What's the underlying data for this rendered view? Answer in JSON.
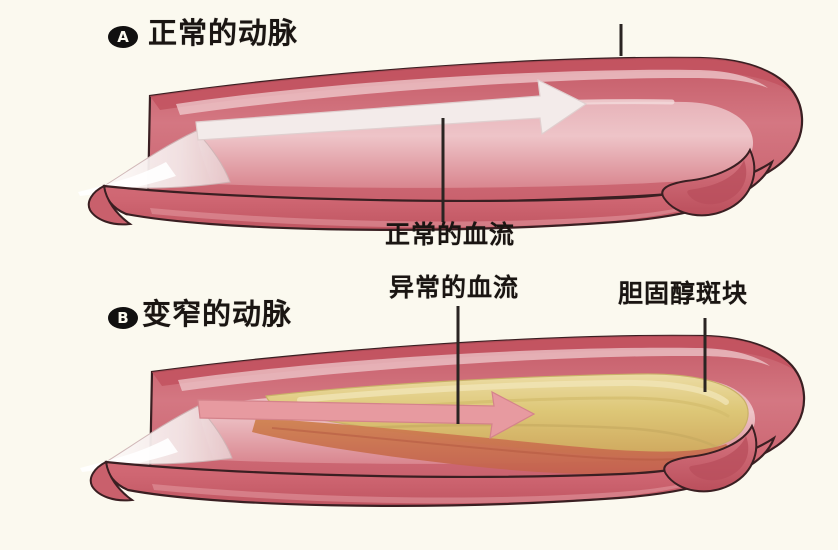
{
  "figure": {
    "background_color": "#fbf9ef",
    "panels": [
      {
        "badge": "A",
        "title": "正常的动脉",
        "callouts": [
          {
            "text": "正常的血流"
          }
        ]
      },
      {
        "badge": "B",
        "title": "变窄的动脉",
        "callouts": [
          {
            "text": "异常的血流"
          },
          {
            "text": "胆固醇斑块"
          }
        ]
      }
    ]
  },
  "labels": {
    "panel_a_badge": "A",
    "panel_a_title": "正常的动脉",
    "panel_b_badge": "B",
    "panel_b_title": "变窄的动脉",
    "normal_flow": "正常的血流",
    "abnormal_flow": "异常的血流",
    "cholesterol_plaque": "胆固醇斑块"
  },
  "colors": {
    "background": "#fbf9ef",
    "vessel_outline": "#3a1f22",
    "vessel_wall_dark": "#c05662",
    "vessel_wall_mid": "#d4757f",
    "vessel_wall_light": "#e3a8ae",
    "lumen_pale": "#e9bfc3",
    "lumen_white": "#f6f2ef",
    "plaque_yellow": "#dec878",
    "plaque_light": "#ead89c",
    "plaque_orange": "#cf8250",
    "arrow_white": "#f2eae9",
    "arrow_pink": "#e79aa0",
    "leader_line": "#2a2422",
    "badge_fill": "#111010",
    "badge_text": "#fbf9ef",
    "text": "#1a1512"
  }
}
